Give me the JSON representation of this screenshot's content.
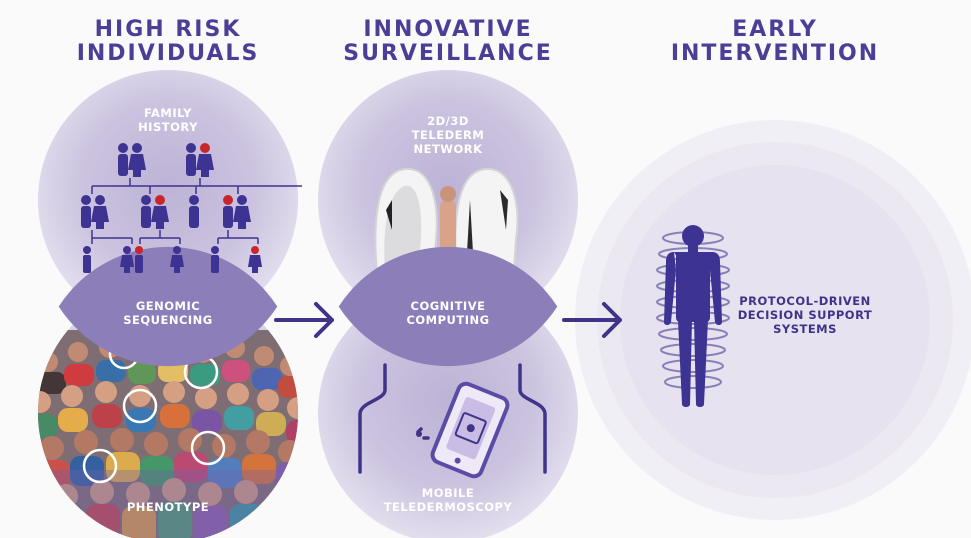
{
  "columns": [
    {
      "title_line1": "HIGH RISK",
      "title_line2": "INDIVIDUALS"
    },
    {
      "title_line1": "INNOVATIVE",
      "title_line2": "SURVEILLANCE"
    },
    {
      "title_line1": "EARLY",
      "title_line2": "INTERVENTION"
    }
  ],
  "labels": {
    "family_history": [
      "FAMILY",
      "HISTORY"
    ],
    "genomic_sequencing": [
      "GENOMIC",
      "SEQUENCING"
    ],
    "phenotype": "PHENOTYPE",
    "telederm_network": [
      "2D/3D",
      "TELEDERM",
      "NETWORK"
    ],
    "cognitive_computing": [
      "COGNITIVE",
      "COMPUTING"
    ],
    "mobile_teledermoscopy": [
      "MOBILE",
      "TELEDERMOSCOPY"
    ],
    "protocol_driven": [
      "PROTOCOL-DRIVEN",
      "DECISION SUPPORT",
      "SYSTEMS"
    ]
  },
  "icons": [
    "family-pedigree-icon",
    "crowd-icon",
    "imaging-booth-icon",
    "smartphone-dermoscope-icon",
    "body-scan-icon",
    "arrow-right-icon"
  ],
  "colors": {
    "header": "#4b3e97",
    "circle_light": "#c9c1dc",
    "circle_overlap": "#8a7db8",
    "figure": "#3d3392",
    "affected": "#c8262a",
    "mobile_icon": "#5a4ba5"
  }
}
